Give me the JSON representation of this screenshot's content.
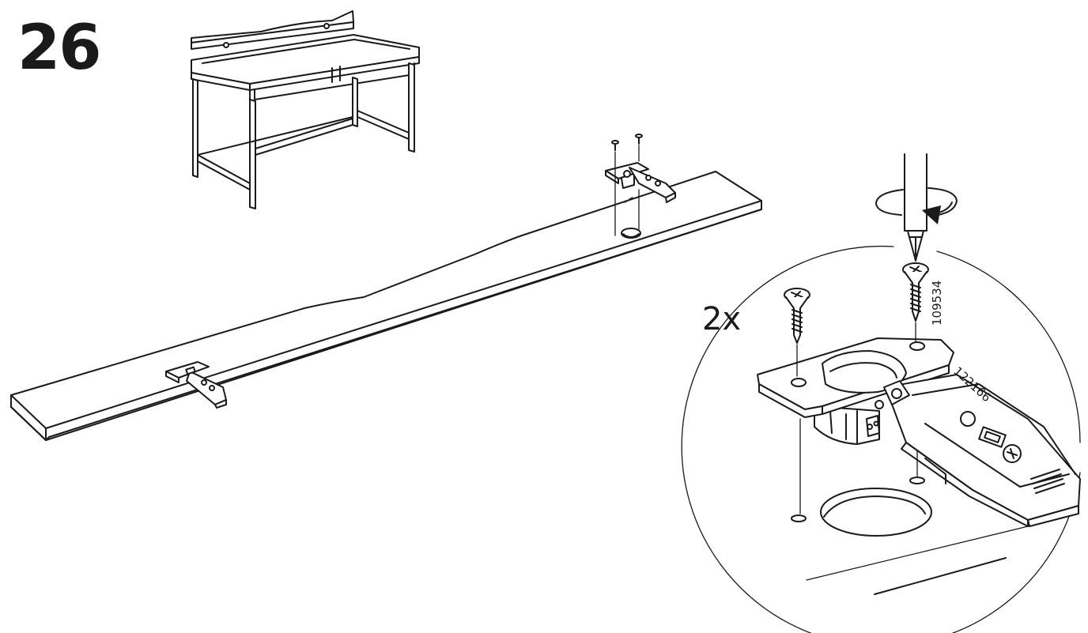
{
  "step": {
    "number": "26"
  },
  "detail": {
    "quantity": "2x",
    "screw_part_number": "109534",
    "hinge_part_number": "122166"
  },
  "colors": {
    "ink": "#1a1a1a",
    "background": "#ffffff"
  },
  "icons": [
    "desk-thumbnail",
    "hinge-icon",
    "screw-icon",
    "screwdriver-icon",
    "rotate-arrow-icon",
    "drill-hole-icon"
  ]
}
